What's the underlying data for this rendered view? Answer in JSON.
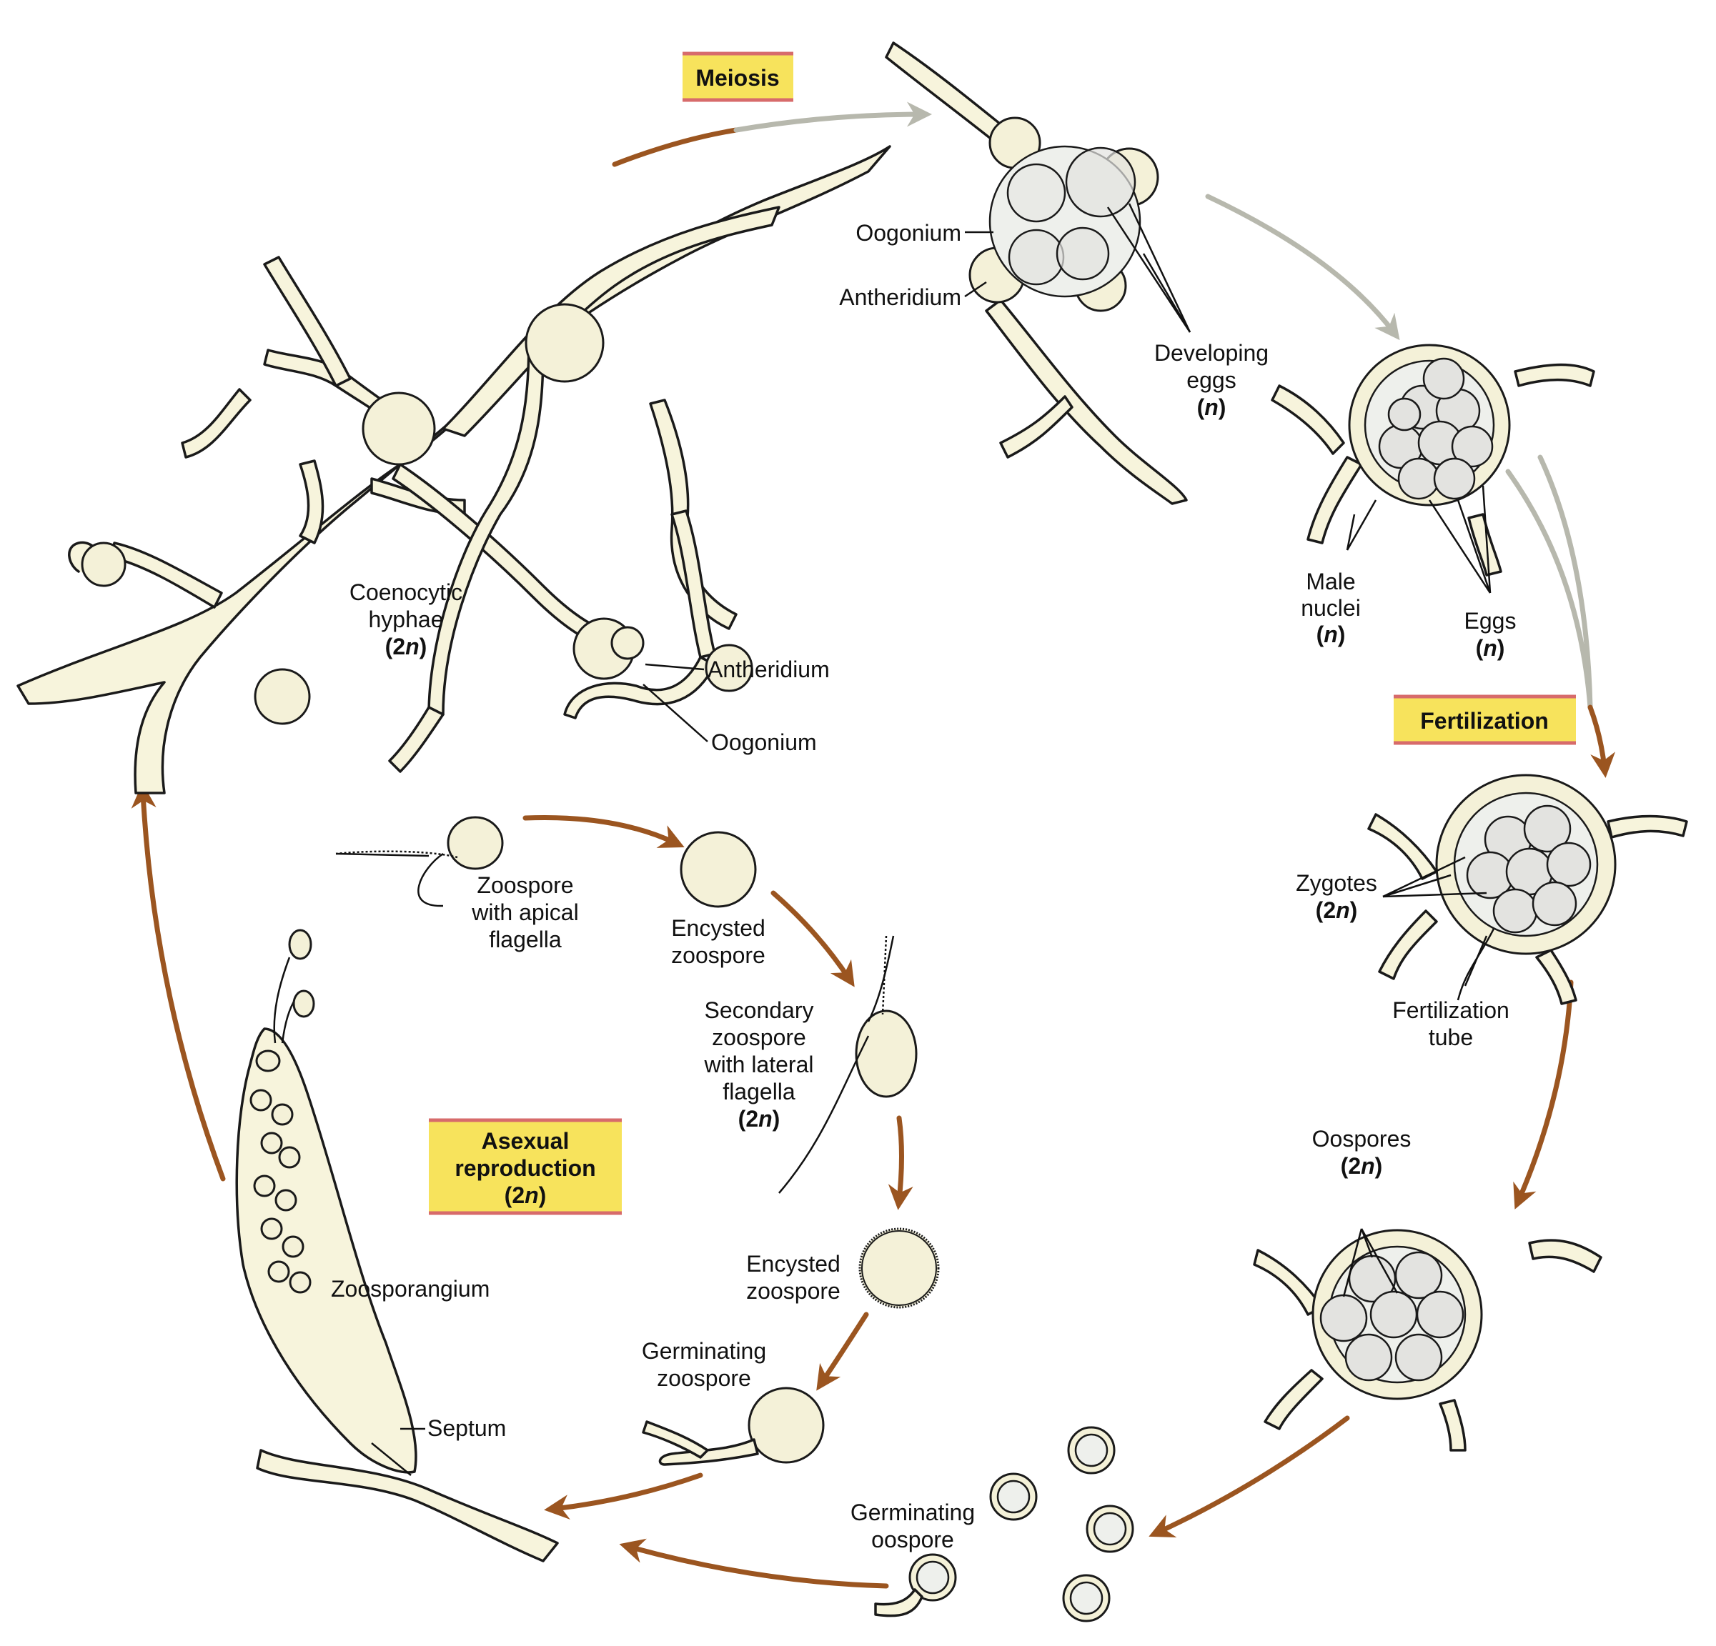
{
  "stages": {
    "meiosis": "Meiosis",
    "fertilization": "Fertilization",
    "asexual": {
      "line1": "Asexual",
      "line2": "reproduction",
      "line3_open": "(2",
      "line3_n": "n",
      "line3_close": ")"
    }
  },
  "labels": {
    "oogonium_top": "Oogonium",
    "antheridium_top": "Antheridium",
    "developing_eggs": {
      "line1": "Developing",
      "line2": "eggs",
      "open": "(",
      "n": "n",
      "close": ")"
    },
    "male_nuclei": {
      "line1": "Male",
      "line2": "nuclei",
      "open": "(",
      "n": "n",
      "close": ")"
    },
    "eggs": {
      "line1": "Eggs",
      "open": "(",
      "n": "n",
      "close": ")"
    },
    "coenocytic_hyphae": {
      "line1": "Coenocytic",
      "line2": "hyphae",
      "open": "(2",
      "n": "n",
      "close": ")"
    },
    "antheridium_left": "Antheridium",
    "oogonium_left": "Oogonium",
    "zygotes": {
      "line1": "Zygotes",
      "open": "(2",
      "n": "n",
      "close": ")"
    },
    "fertilization_tube": {
      "line1": "Fertilization",
      "line2": "tube"
    },
    "oospores": {
      "line1": "Oospores",
      "open": "(2",
      "n": "n",
      "close": ")"
    },
    "zoospore_apical": {
      "line1": "Zoospore",
      "line2": "with apical",
      "line3": "flagella"
    },
    "encysted_1": {
      "line1": "Encysted",
      "line2": "zoospore"
    },
    "secondary_zoospore": {
      "line1": "Secondary",
      "line2": "zoospore",
      "line3": "with lateral",
      "line4": "flagella",
      "open": "(2",
      "n": "n",
      "close": ")"
    },
    "encysted_2": {
      "line1": "Encysted",
      "line2": "zoospore"
    },
    "germinating_zoospore": {
      "line1": "Germinating",
      "line2": "zoospore"
    },
    "germinating_oospore": {
      "line1": "Germinating",
      "line2": "oospore"
    },
    "zoosporangium": "Zoosporangium",
    "septum": "Septum"
  },
  "colors": {
    "arrow_brown": "#9b5520",
    "arrow_gray": "#b7b8ad",
    "box_fill": "#f7e35c",
    "box_rule": "#d76b6b",
    "hypha_fill": "#f7f4dc"
  }
}
